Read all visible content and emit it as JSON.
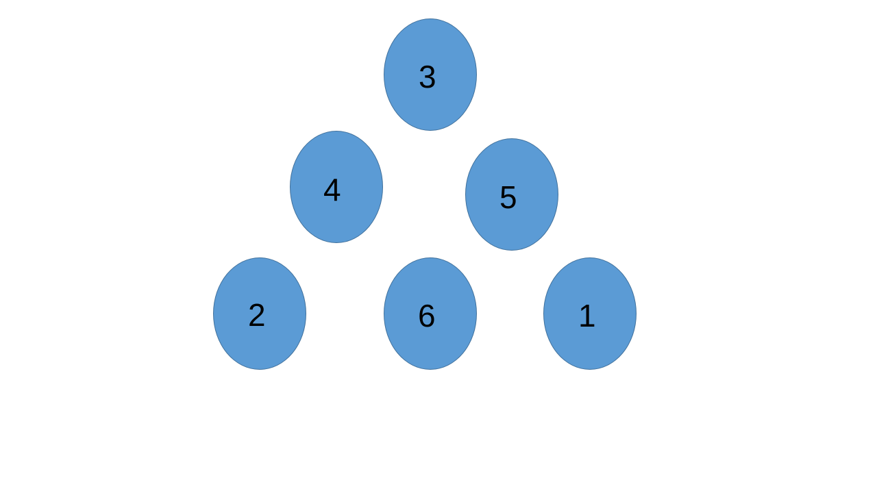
{
  "colors": {
    "node_fill": "#5b9bd5",
    "node_border": "#41719c",
    "label": "#000000",
    "background": "#ffffff"
  },
  "nodes": {
    "top": {
      "label": "3"
    },
    "middle_left": {
      "label": "4"
    },
    "middle_right": {
      "label": "5"
    },
    "bottom_left": {
      "label": "2"
    },
    "bottom_middle": {
      "label": "6"
    },
    "bottom_right": {
      "label": "1"
    }
  }
}
